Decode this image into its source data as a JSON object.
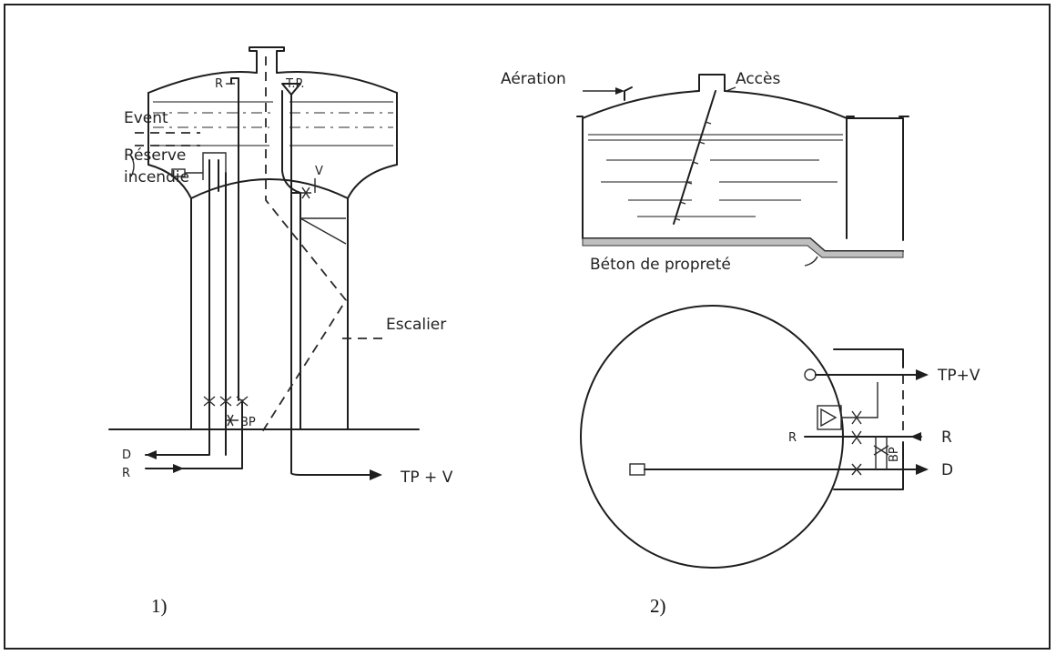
{
  "figure1": {
    "caption": "1)",
    "labels": {
      "event": "Event",
      "reserve_line1": "Réserve",
      "reserve_line2": "incendie",
      "escalier": "Escalier",
      "r_top": "R",
      "tp_top": "T.P.",
      "v": "V",
      "bp": "BP",
      "d_bottom": "D",
      "r_bottom": "R",
      "tp_v_bottom": "TP + V"
    }
  },
  "figure2": {
    "caption": "2)",
    "labels": {
      "aeration": "Aération",
      "acces": "Accès",
      "beton": "Béton de propreté",
      "tp_v": "TP+V",
      "r_left": "R",
      "r_right": "R",
      "d": "D",
      "bp": "BP"
    }
  }
}
